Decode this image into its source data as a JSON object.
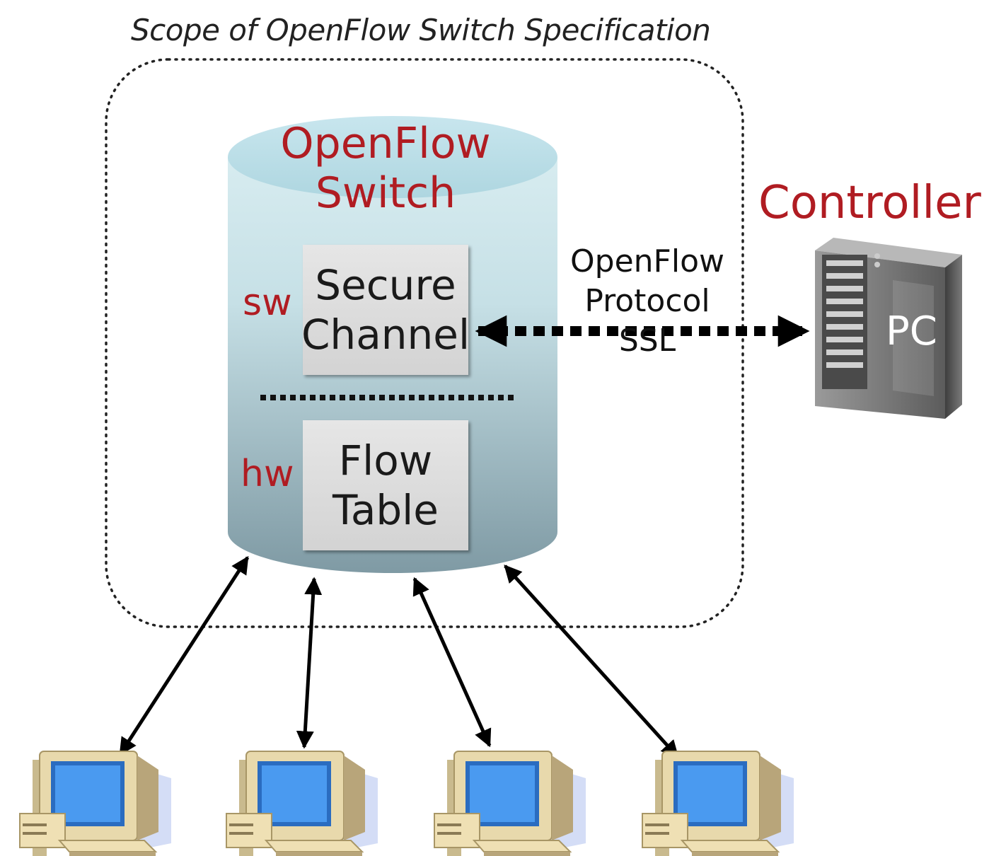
{
  "scope_title": "Scope of OpenFlow Switch Specification",
  "switch": {
    "title_line1": "OpenFlow",
    "title_line2": "Switch"
  },
  "secure_channel": {
    "line1": "Secure",
    "line2": "Channel",
    "layer": "sw"
  },
  "flow_table": {
    "line1": "Flow",
    "line2": "Table",
    "layer": "hw"
  },
  "protocol": {
    "line1": "OpenFlow",
    "line2": "Protocol",
    "line3": "SSL"
  },
  "controller": {
    "title": "Controller",
    "pc_label": "PC"
  },
  "hosts": [
    {
      "icon": "desktop-computer-icon"
    },
    {
      "icon": "desktop-computer-icon"
    },
    {
      "icon": "desktop-computer-icon"
    },
    {
      "icon": "desktop-computer-icon"
    }
  ],
  "colors": {
    "accent_red": "#b01c22",
    "cylinder_top": "#bfe0e8",
    "cylinder_body": "#8aa8b2",
    "monitor_screen": "#3f8fe6",
    "computer_case": "#efe0b4"
  }
}
